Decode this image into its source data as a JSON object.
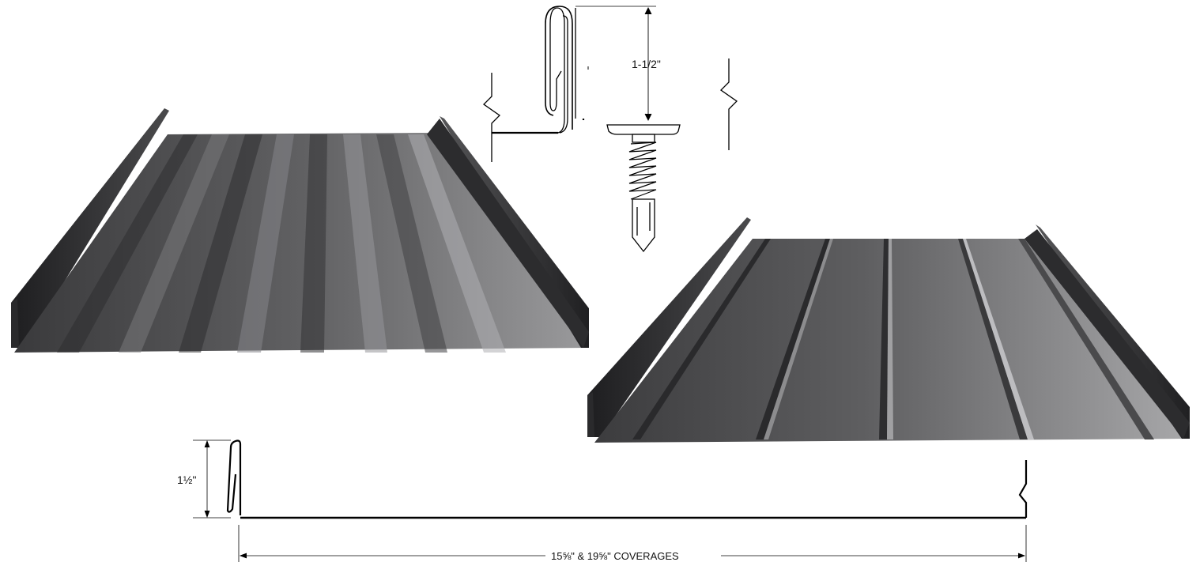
{
  "seam_detail": {
    "height_label": "1-1/2\""
  },
  "profile": {
    "height_label": "1½\"",
    "coverage_label": "15⅝\" & 19⅝\" COVERAGES"
  },
  "panels": [
    {
      "name": "striated-panel",
      "ribs": "striations"
    },
    {
      "name": "flat-panel",
      "ribs": "pencil ribs"
    }
  ],
  "colors": {
    "line": "#000000",
    "panel_dark": "#3c3c3e",
    "panel_light": "#8e8e90"
  }
}
